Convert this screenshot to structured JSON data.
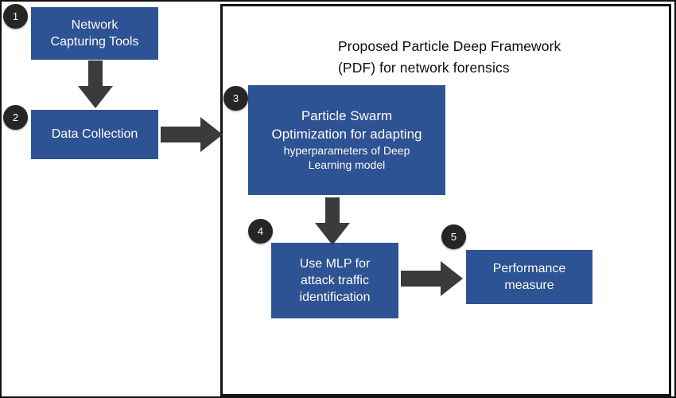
{
  "diagram": {
    "title": "Proposed Particle Deep Framework (PDF) for network forensics",
    "accent_color": "#2E5395",
    "arrow_color": "#3B3B3B",
    "badge_color": "#262626",
    "frame_border_color": "#141414"
  },
  "framework": {
    "title_line1": "Proposed Particle Deep Framework",
    "title_line2": "(PDF) for network forensics"
  },
  "boxes": {
    "network_capturing_tools": {
      "badge": "1",
      "line1": "Network",
      "line2": "Capturing Tools"
    },
    "data_collection": {
      "badge": "2",
      "line1": "Data Collection"
    },
    "particle_swarm_optimization": {
      "badge": "3",
      "line1": "Particle Swarm",
      "line2": "Optimization for adapting",
      "line3": "hyperparameters of Deep",
      "line4": "Learning model"
    },
    "use_mlp": {
      "badge": "4",
      "line1": "Use MLP for",
      "line2": "attack traffic",
      "line3": "identification"
    },
    "performance_measure": {
      "badge": "5",
      "line1": "Performance",
      "line2": "measure"
    }
  },
  "arrows": [
    {
      "name": "network-tools-to-data-collection",
      "direction": "down"
    },
    {
      "name": "data-collection-to-pso",
      "direction": "right"
    },
    {
      "name": "pso-to-mlp",
      "direction": "down"
    },
    {
      "name": "mlp-to-performance",
      "direction": "right"
    }
  ]
}
